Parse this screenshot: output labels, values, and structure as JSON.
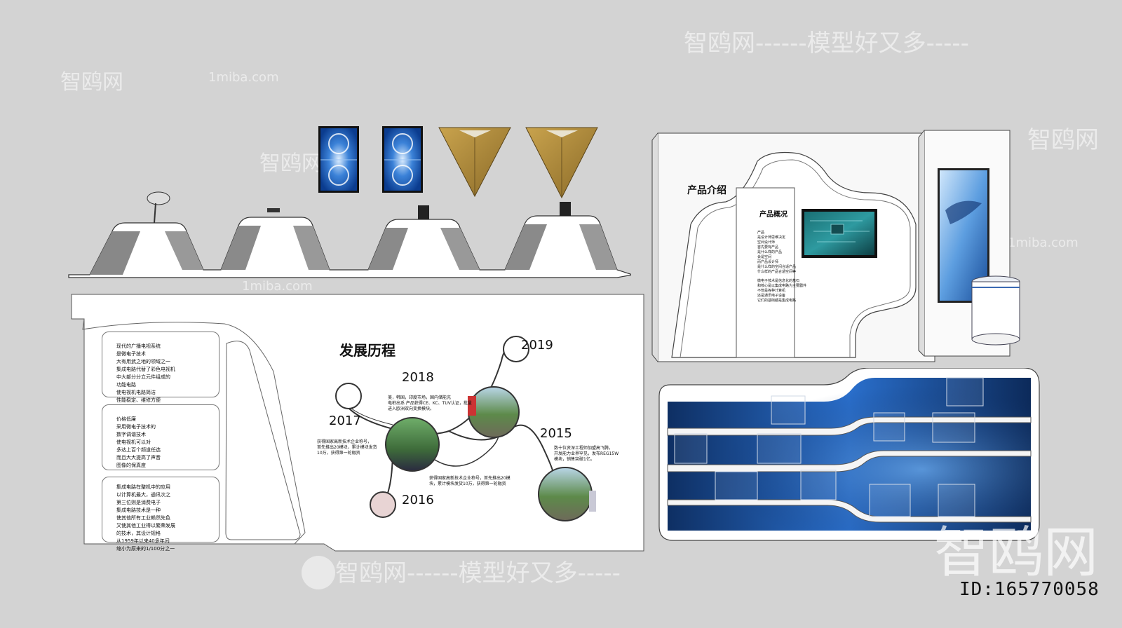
{
  "watermarks": {
    "top_right": "智鸥网------模型好又多-----",
    "top_left_brand": "智鸥网",
    "top_left_site": "1miba.com",
    "mid_brand": "智鸥网",
    "site": "1miba.com",
    "right_brand": "智鸥网",
    "big_brand": "智鸥网",
    "bottom": "智鸥网------模型好又多-----",
    "id": "ID:165770058"
  },
  "timeline": {
    "title": "发展历程",
    "years": {
      "y2019": "2019",
      "y2018": "2018",
      "y2017": "2017",
      "y2015": "2015",
      "y2016": "2016"
    },
    "notes": {
      "n2018": "美，韩国，印度市场，国内储能充\n电桩出系 产品获得CE、KC、TUV认证，批量\n进入欧洲双向变换模块。",
      "n2017": "获得国家高新技术企业称号，\n首先推出20模块，累计模块发货\n10万，获得第一轮融资",
      "n2015": "数十位资深工程师加盟高飞腾，\n开发能力业界罕见，发布REG15W\n模块，销售突破1亿。",
      "n2016": "获得国家高新技术企业称号，首先推出20模\n块，累计模块发货10万，获得第一轮融资"
    }
  },
  "left_panels": [
    {
      "text": "现代的广播电视系统\n是微电子技术\n大有用武之地的领域之一\n集成电路代替了彩色电视机\n中大部分分立元件组成的\n功能电路\n使电视机电路简洁\n性能稳定、维修方便"
    },
    {
      "text": "价格低廉\n采用微电子技术的\n数字调谐技术\n使电视机可以对\n多达上百个频道任选\n而且大大提高了声音\n图像的保真度"
    },
    {
      "text": "集成电路在整机中的应用\n以计算机最大，通讯次之\n第三位则是消费电子\n集成电路技术是一种\n使其他所有工业赖然先色\n又使其他工业得以繁荣发展\n的技术，其设计规格\n从1959年以来40多年间\n缩小为原来的1/100分之一"
    }
  ],
  "product_wall": {
    "title": "产品介绍",
    "overview_title": "产品概况",
    "overview_text": "产品\n是设计师思维决定\n空间设计师\n首先要有产品\n是什么样的产品\n会是空间\n而产品设计师\n是什么样的空间合适产品\n什么样的产品合适空间等",
    "overview_text2": "微电子技术是信息化的基石\n和核心是以集成电路为主要器件\n不管是各种计算机\n还是通讯电子设备\n它们的基础都是集成电路"
  },
  "colors": {
    "bg": "#d3d3d3",
    "gold": "#b8923c",
    "screen_blue": "#1f5fb6",
    "deep_blue": "#0e2f63"
  }
}
